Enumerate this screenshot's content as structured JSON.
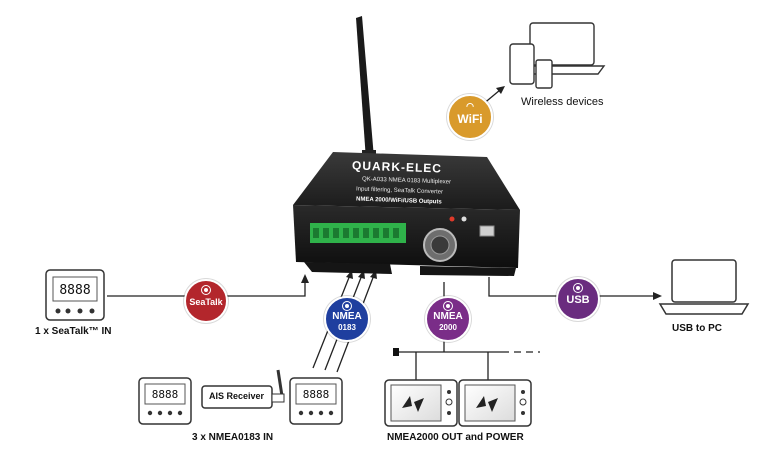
{
  "device": {
    "brand": "QUARK-ELEC",
    "line1": "QK-A033 NMEA 0183 Multiplexer",
    "line2": "Input filtering, SeaTalk Converter",
    "line3": "NMEA 2000/WiFi/USB Outputs"
  },
  "badges": {
    "wifi": "WiFi",
    "seatalk": "SeaTalk",
    "nmea0183_top": "NMEA",
    "nmea0183_bottom": "0183",
    "nmea2000_top": "NMEA",
    "nmea2000_bottom": "2000",
    "usb": "USB"
  },
  "labels": {
    "wireless": "Wireless devices",
    "seatalk_in": "1 x SeaTalk™  IN",
    "usb_pc": "USB to PC",
    "nmea0183_in": "3 x NMEA0183 IN",
    "ais": "AIS Receiver",
    "nmea2000_out": "NMEA2000 OUT and POWER"
  },
  "colors": {
    "wifi": "#d99a2b",
    "seatalk": "#b3262c",
    "nmea0183": "#1f3f9f",
    "nmea2000": "#7a2d88",
    "usb": "#6a2c7f"
  }
}
